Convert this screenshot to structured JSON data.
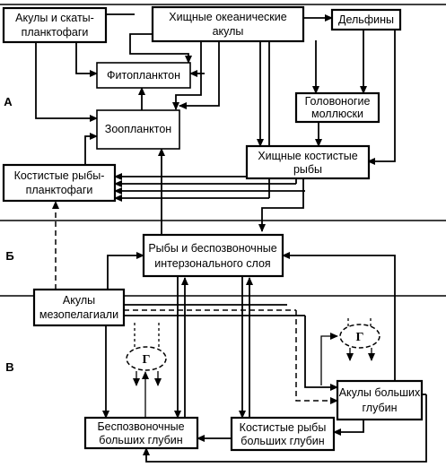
{
  "zones": {
    "a": "А",
    "b": "Б",
    "c": "В"
  },
  "nodes": {
    "sharks_plankton": [
      "Акулы и скаты-",
      "планктофаги"
    ],
    "predatory_sharks": [
      "Хищные океанические",
      "акулы"
    ],
    "dolphins": [
      "Дельфины"
    ],
    "phytoplankton": [
      "Фитопланктон"
    ],
    "zooplankton": [
      "Зоопланктон"
    ],
    "cephalopods": [
      "Головоногие",
      "моллюски"
    ],
    "bony_plankton": [
      "Костистые рыбы-",
      "планктофаги"
    ],
    "predatory_bony": [
      "Хищные костистые",
      "рыбы"
    ],
    "interzonal": [
      "Рыбы и беспозвоночные",
      "интерзонального слоя"
    ],
    "mesopelagic_sharks": [
      "Акулы",
      "мезопелагиали"
    ],
    "deep_sharks": [
      "Акулы больших",
      "глубин"
    ],
    "deep_invertebrates": [
      "Беспозвоночные",
      "больших глубин"
    ],
    "deep_bony": [
      "Костистые рыбы",
      "больших глубин"
    ]
  },
  "g_markers": [
    "Г",
    "Г"
  ]
}
